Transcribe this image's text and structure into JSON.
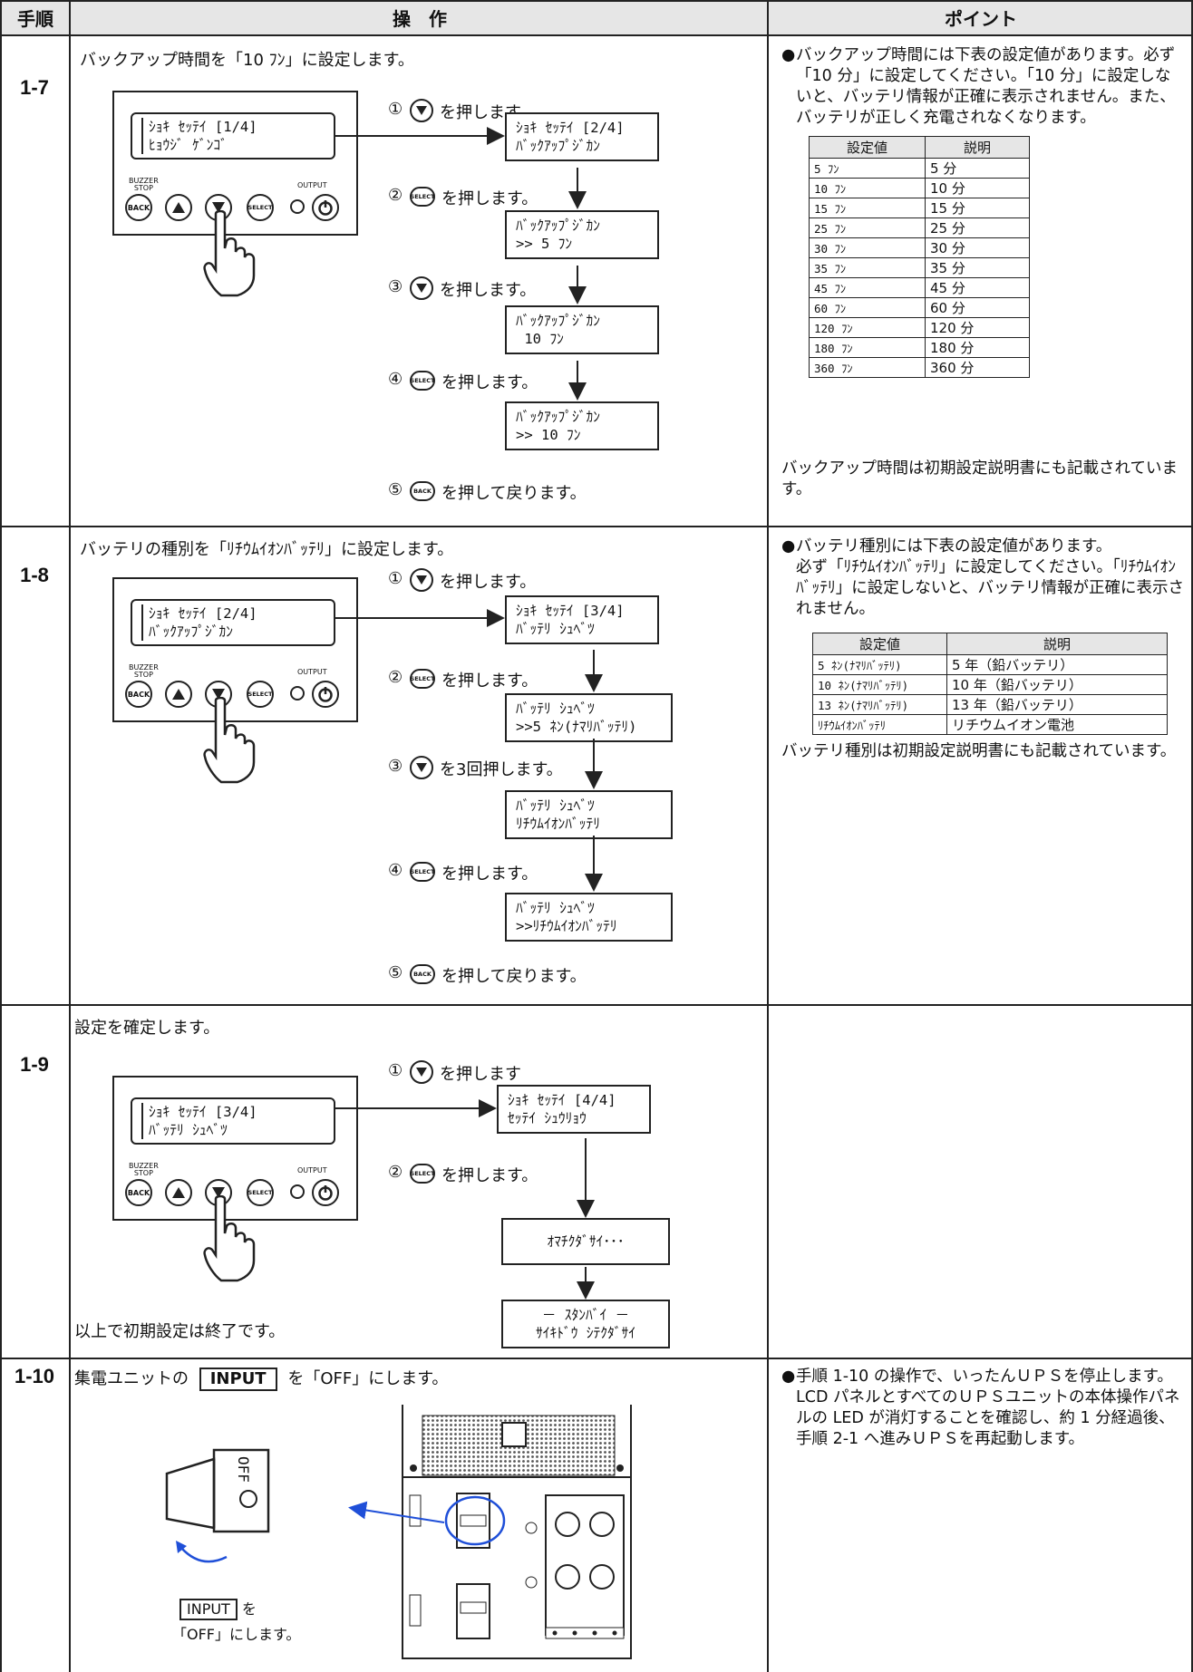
{
  "header": {
    "col_step": "手順",
    "col_operation": "操　作",
    "col_point": "ポイント"
  },
  "steps": [
    {
      "num": "1-7",
      "title": "バックアップ時間を「10 ﾌﾝ」に設定します。",
      "panel_lcd": [
        "ｼｮｷ ｾｯﾃｲ  [1/4]",
        "ﾋｮｳｼﾞ ｹﾞﾝｺﾞ"
      ],
      "flow": [
        {
          "n": "①",
          "icon": "down",
          "text": "を押します。",
          "lcd": [
            "ｼｮｷ ｾｯﾃｲ [2/4]",
            "ﾊﾞｯｸｱｯﾌﾟｼﾞｶﾝ"
          ]
        },
        {
          "n": "②",
          "icon": "select",
          "text": "を押します。",
          "lcd": [
            "ﾊﾞｯｸｱｯﾌﾟｼﾞｶﾝ",
            ">> 5 ﾌﾝ"
          ]
        },
        {
          "n": "③",
          "icon": "down",
          "text": "を押します。",
          "lcd": [
            "ﾊﾞｯｸｱｯﾌﾟｼﾞｶﾝ",
            " 10 ﾌﾝ"
          ]
        },
        {
          "n": "④",
          "icon": "select",
          "text": "を押します。",
          "lcd": [
            "ﾊﾞｯｸｱｯﾌﾟｼﾞｶﾝ",
            ">> 10 ﾌﾝ"
          ]
        },
        {
          "n": "⑤",
          "icon": "back",
          "text": "を押して戻ります。"
        }
      ],
      "point": {
        "lead": "バックアップ時間には下表の設定値があります。必ず「10 分」に設定してください。「10 分」に設定しないと、バッテリ情報が正確に表示されません。また、バッテリが正しく充電されなくなります。",
        "table_head": [
          "設定値",
          "説明"
        ],
        "table": [
          [
            "5 ﾌﾝ",
            "5 分"
          ],
          [
            "10 ﾌﾝ",
            "10 分"
          ],
          [
            "15 ﾌﾝ",
            "15 分"
          ],
          [
            "25 ﾌﾝ",
            "25 分"
          ],
          [
            "30 ﾌﾝ",
            "30 分"
          ],
          [
            "35 ﾌﾝ",
            "35 分"
          ],
          [
            "45 ﾌﾝ",
            "45 分"
          ],
          [
            "60 ﾌﾝ",
            "60 分"
          ],
          [
            "120 ﾌﾝ",
            "120 分"
          ],
          [
            "180 ﾌﾝ",
            "180 分"
          ],
          [
            "360 ﾌﾝ",
            "360 分"
          ]
        ],
        "tail": "バックアップ時間は初期設定説明書にも記載されています。"
      }
    },
    {
      "num": "1-8",
      "title": "バッテリの種別を「ﾘﾁｳﾑｲｵﾝﾊﾞｯﾃﾘ」に設定します。",
      "panel_lcd": [
        "ｼｮｷ ｾｯﾃｲ [2/4]",
        "ﾊﾞｯｸｱｯﾌﾟｼﾞｶﾝ"
      ],
      "flow": [
        {
          "n": "①",
          "icon": "down",
          "text": "を押します。",
          "lcd": [
            "ｼｮｷ ｾｯﾃｲ [3/4]",
            "ﾊﾞｯﾃﾘ ｼｭﾍﾞﾂ"
          ]
        },
        {
          "n": "②",
          "icon": "select",
          "text": "を押します。",
          "lcd": [
            "ﾊﾞｯﾃﾘ ｼｭﾍﾞﾂ",
            ">>5 ﾈﾝ(ﾅﾏﾘﾊﾞｯﾃﾘ)"
          ]
        },
        {
          "n": "③",
          "icon": "down",
          "text": "を3回押します。",
          "lcd": [
            "ﾊﾞｯﾃﾘ ｼｭﾍﾞﾂ",
            "ﾘﾁｳﾑｲｵﾝﾊﾞｯﾃﾘ"
          ]
        },
        {
          "n": "④",
          "icon": "select",
          "text": "を押します。",
          "lcd": [
            "ﾊﾞｯﾃﾘ ｼｭﾍﾞﾂ",
            ">>ﾘﾁｳﾑｲｵﾝﾊﾞｯﾃﾘ"
          ]
        },
        {
          "n": "⑤",
          "icon": "back",
          "text": "を押して戻ります。"
        }
      ],
      "point": {
        "lead": "バッテリ種別には下表の設定値があります。",
        "lead2": "必ず「ﾘﾁｳﾑｲｵﾝﾊﾞｯﾃﾘ」に設定してください。「ﾘﾁｳﾑｲｵﾝﾊﾞｯﾃﾘ」に設定しないと、バッテリ情報が正確に表示されません。",
        "table_head": [
          "設定値",
          "説明"
        ],
        "table": [
          [
            "5 ﾈﾝ(ﾅﾏﾘﾊﾞｯﾃﾘ)",
            "5 年（鉛バッテリ）"
          ],
          [
            "10 ﾈﾝ(ﾅﾏﾘﾊﾞｯﾃﾘ)",
            "10 年（鉛バッテリ）"
          ],
          [
            "13 ﾈﾝ(ﾅﾏﾘﾊﾞｯﾃﾘ)",
            "13 年（鉛バッテリ）"
          ],
          [
            "ﾘﾁｳﾑｲｵﾝﾊﾞｯﾃﾘ",
            "リチウムイオン電池"
          ]
        ],
        "tail": "バッテリ種別は初期設定説明書にも記載されています。"
      }
    },
    {
      "num": "1-9",
      "title": "設定を確定します。",
      "panel_lcd": [
        "ｼｮｷ ｾｯﾃｲ [3/4]",
        "ﾊﾞｯﾃﾘ ｼｭﾍﾞﾂ"
      ],
      "flow": [
        {
          "n": "①",
          "icon": "down",
          "text": "を押します",
          "lcd": [
            "ｼｮｷ ｾｯﾃｲ [4/4]",
            "ｾｯﾃｲ ｼｭｳﾘｮｳ"
          ]
        },
        {
          "n": "②",
          "icon": "select",
          "text": "を押します。",
          "lcd": [
            "ｵﾏﾁｸﾀﾞｻｲ･･･"
          ]
        }
      ],
      "final_lcd": [
        "－ ｽﾀﾝﾊﾞｲ －",
        "ｻｲｷﾄﾞｳ ｼﾃｸﾀﾞｻｲ"
      ],
      "done": "以上で初期設定は終了です。"
    },
    {
      "num": "1-10",
      "title_pre": "集電ユニットの",
      "title_key": "INPUT",
      "title_post": "を「OFF」にします。",
      "switch_label": "OFF",
      "caption_key": "INPUT",
      "caption_1": "を",
      "caption_2": "「OFF」にします。",
      "point": "手順 1-10 の操作で、いったんＵＰＳを停止します。LCD パネルとすべてのＵＰＳユニットの本体操作パネルの LED が消灯することを確認し、約 1 分経過後、手順 2-1 へ進みＵＰＳを再起動します。"
    }
  ],
  "panel": {
    "buzzer": "BUZZER",
    "stop": "STOP",
    "back": "BACK",
    "select": "SELECT",
    "output": "OUTPUT"
  },
  "colors": {
    "header_bg": "#e6e6e6",
    "arrow_blue": "#1f4fd8"
  },
  "icons": {
    "bullet": "●"
  }
}
